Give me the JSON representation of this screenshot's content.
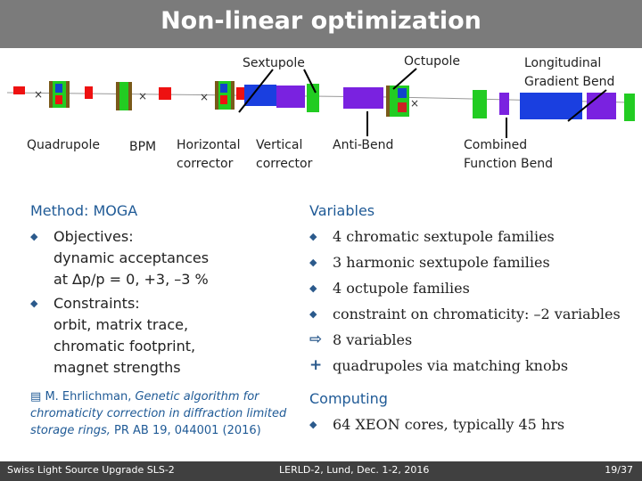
{
  "title": "Non-linear optimization",
  "lattice_labels": {
    "sextupole": "Sextupole",
    "octupole": "Octupole",
    "longitudinal_gradient_bend_1": "Longitudinal",
    "longitudinal_gradient_bend_2": "Gradient Bend",
    "quadrupole": "Quadrupole",
    "bpm": "BPM",
    "horizontal_corrector_1": "Horizontal",
    "horizontal_corrector_2": "corrector",
    "vertical_corrector_1": "Vertical",
    "vertical_corrector_2": "corrector",
    "anti_bend": "Anti-Bend",
    "combined_function_bend_1": "Combined",
    "combined_function_bend_2": "Function Bend"
  },
  "colors": {
    "title_bar": "#7b7b7b",
    "footer_bar": "#404040",
    "heading": "#1f5a96",
    "quadrupole": "#ee1111",
    "sextupole": "#22cc22",
    "octupole": "#cc2222",
    "corrector": "#7a5a1a",
    "bpm": "#1144cc",
    "bend": "#1a3fe0",
    "lgb": "#7a22e0"
  },
  "left": {
    "heading": "Method: MOGA",
    "objectives_label": "Objectives:",
    "objectives_line1": "dynamic acceptances",
    "objectives_line2": "at ∆p/p = 0, +3, –3 %",
    "constraints_label": "Constraints:",
    "constraints_line1": "orbit, matrix trace,",
    "constraints_line2": "chromatic footprint,",
    "constraints_line3": "magnet strengths"
  },
  "right": {
    "variables_heading": "Variables",
    "items": [
      "4 chromatic sextupole families",
      "3 harmonic sextupole families",
      "4 octupole families",
      "constraint on chromaticity: –2 variables"
    ],
    "result": "8 variables",
    "plus": "quadrupoles via matching knobs",
    "computing_heading": "Computing",
    "computing_item": "64 XEON cores, typically 45 hrs"
  },
  "reference": {
    "authors": "M. Ehrlichman,",
    "title": "Genetic algorithm for chromaticity correction in diffraction limited storage rings,",
    "journal": "PR AB 19, 044001 (2016)"
  },
  "footer": {
    "left": "Swiss Light Source Upgrade  SLS-2",
    "center": "LERLD-2, Lund, Dec. 1-2, 2016",
    "page": "19/37"
  }
}
